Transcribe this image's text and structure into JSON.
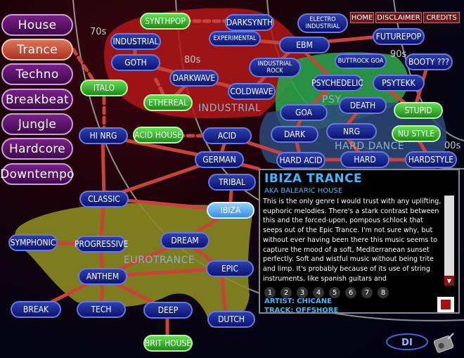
{
  "categories": [
    "House",
    "Trance",
    "Techno",
    "Breakbeat",
    "Jungle",
    "Hardcore",
    "Downtempo"
  ],
  "active_category": "Trance",
  "top_links": [
    "HOME",
    "DISCLAIMER",
    "CREDITS"
  ],
  "eras": [
    "70s",
    "80s",
    "90s",
    "00s"
  ],
  "zones": [
    "INDUSTRIAL",
    "PSY",
    "HARD DANCE",
    "EUROTRANCE"
  ],
  "genres": {
    "synthpop": "SYNTHPOP",
    "darksynth": "DARKSYNTH",
    "electro_industrial": "ELECTRO INDUSTRIAL",
    "industrial": "INDUSTRIAL",
    "experimental": "EXPERIMENTAL",
    "ebm": "EBM",
    "futurepop": "FUTUREPOP",
    "goth": "GOTH",
    "industrial_rock": "INDUSTRIAL ROCK",
    "buttrock_goa": "BUTTROCK GOA",
    "booty": "BOOTY ???",
    "darkwave": "DARKWAVE",
    "italo": "ITALO",
    "psychedelic": "PSYCHEDELIC",
    "psytekk": "PSYTEKK",
    "coldwave": "COLDWAVE",
    "ethereal": "ETHEREAL",
    "goa": "GOA",
    "death": "DEATH",
    "stupid": "STUPID",
    "hi_nrg": "HI NRG",
    "acid_house": "ACID HOUSE",
    "acid": "ACID",
    "dark": "DARK",
    "nrg": "NRG",
    "nu_style": "NU STYLE",
    "german": "GERMAN",
    "hard_acid": "HARD ACID",
    "hard": "HARD",
    "hardstyle": "HARDSTYLE",
    "tribal": "TRIBAL",
    "classic": "CLASSIC",
    "ibiza": "IBIZA",
    "symphonic": "SYMPHONIC",
    "progressive": "PROGRESSIVE",
    "dream": "DREAM",
    "anthem": "ANTHEM",
    "epic": "EPIC",
    "break": "BREAK",
    "tech": "TECH",
    "deep": "DEEP",
    "dutch": "DUTCH",
    "brit_house": "BRIT HOUSE"
  },
  "info": {
    "title": "IBIZA TRANCE",
    "aka_label": "AKA",
    "aka": "BALEARIC HOUSE",
    "body": "This is the only genre I would trust with any uplifting, euphoric melodies. There's a stark contrast between this and the forced-upon, pompous schlock that seeps out of the Epic Trance. I'm not sure why, but without ever having been there this music seems to capture the mood of a soft, Mediterranean sunset perfectly. Soft and wistful music without being trite and limp. It's probably because of its use of string instruments, like spanish guitars and",
    "pages": [
      "1",
      "2",
      "3",
      "4",
      "5",
      "6",
      "7",
      "8"
    ],
    "artist_label": "ARTIST:",
    "artist": "CHICANE",
    "track_label": "TRACK:",
    "track": "OFFSHORE"
  },
  "logo_text": "DI",
  "colors": {
    "node_blue": "#0b1470",
    "node_green": "#1f8a1a",
    "node_selected": "#3b8fe0",
    "link": "#c8433a",
    "industrial_zone": "#b01818",
    "psy_zone": "#2aa04a",
    "hard_dance_zone": "#2c4a7a",
    "eurotrance_zone": "#8a8a20",
    "accent_text": "#40b8ff"
  }
}
